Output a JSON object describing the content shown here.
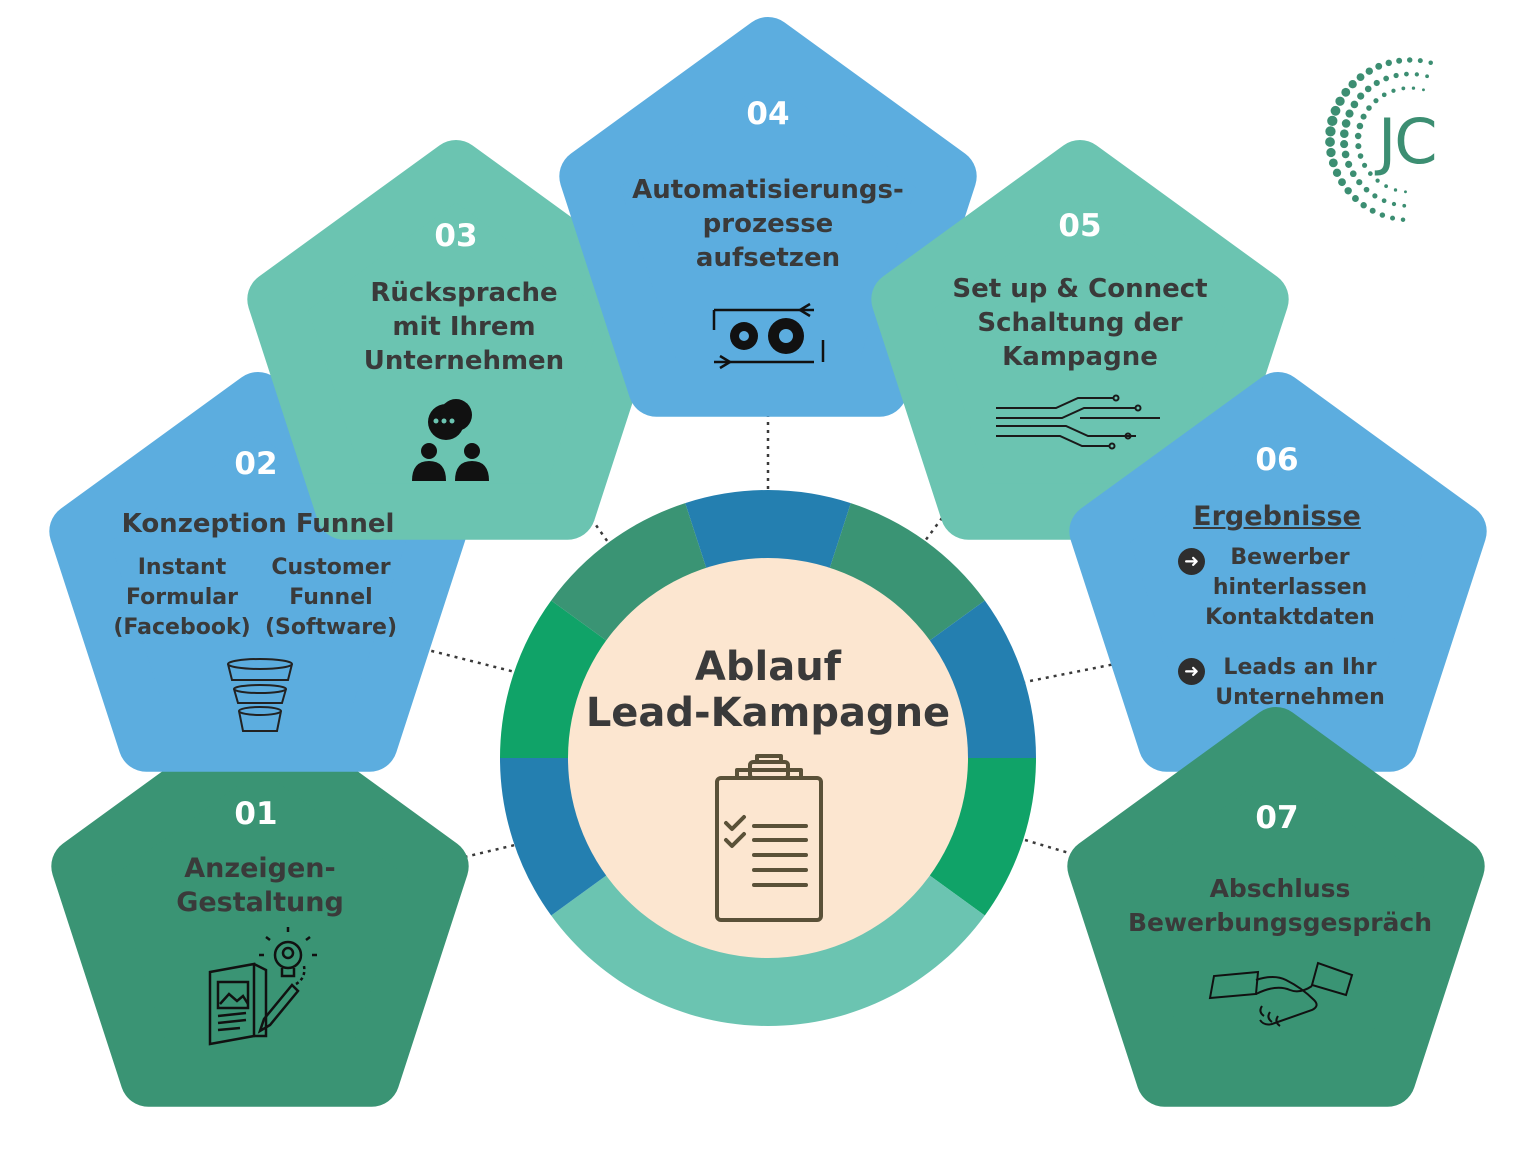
{
  "title": "Ablauf\nLead-Kampagne",
  "logo": "JC",
  "colors": {
    "dark_green": "#3a9474",
    "teal": "#6bc4b1",
    "blue": "#5caddf",
    "ring_blue": "#247fb0",
    "ring_green": "#10a368",
    "center_fill": "#fce6d0"
  },
  "steps": [
    {
      "number": "01",
      "title": "Anzeigen-\nGestaltung",
      "icon": "ad-design-icon"
    },
    {
      "number": "02",
      "title": "Konzeption Funnel",
      "left_option": "Instant\nFormular\n(Facebook)",
      "right_option": "Customer\nFunnel\n(Software)",
      "icon": "funnel-icon"
    },
    {
      "number": "03",
      "title": "Rücksprache\nmit Ihrem\nUnternehmen",
      "icon": "conversation-icon"
    },
    {
      "number": "04",
      "title": "Automatisierungs-\nprozesse\naufsetzen",
      "icon": "gears-icon"
    },
    {
      "number": "05",
      "title": "Set up & Connect\nSchaltung der\nKampagne",
      "icon": "circuit-icon"
    },
    {
      "number": "06",
      "title": "Ergebnisse",
      "bullets": [
        "Bewerber\nhinterlassen\nKontaktdaten",
        "Leads an Ihr\nUnternehmen"
      ],
      "icon": "arrow-right-icon"
    },
    {
      "number": "07",
      "title": "Abschluss\nBewerbungsgespräch",
      "icon": "handshake-icon"
    }
  ]
}
